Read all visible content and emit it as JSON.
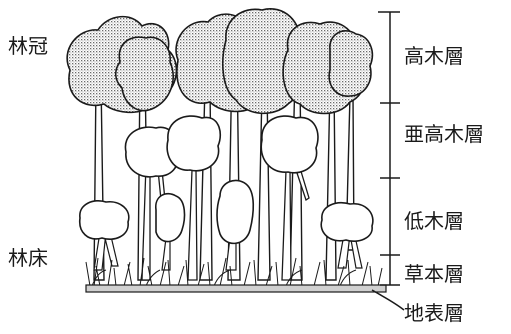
{
  "labels": {
    "canopy": "林冠",
    "forest_floor": "林床",
    "layers": [
      "高木層",
      "亜高木層",
      "低木層",
      "草本層",
      "地表層"
    ]
  },
  "colors": {
    "ink": "#1a1a1a",
    "foliage": "#c8c8c8",
    "background": "#ffffff"
  }
}
